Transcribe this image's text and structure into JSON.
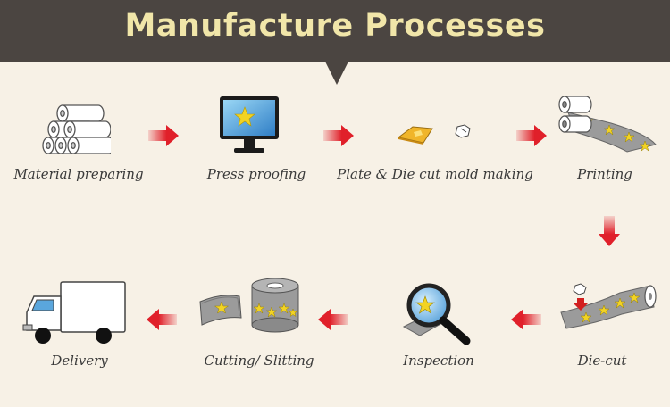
{
  "title": "Manufacture Processes",
  "steps": [
    {
      "label": "Material preparing",
      "icon": "paper-rolls-icon"
    },
    {
      "label": "Press proofing",
      "icon": "monitor-icon"
    },
    {
      "label": "Plate & Die cut mold making",
      "icon": "plate-mold-icon"
    },
    {
      "label": "Printing",
      "icon": "printing-roll-icon"
    },
    {
      "label": "Die-cut",
      "icon": "die-cut-icon"
    },
    {
      "label": "Inspection",
      "icon": "magnifier-icon"
    },
    {
      "label": "Cutting/ Slitting",
      "icon": "cutting-slitting-icon"
    },
    {
      "label": "Delivery",
      "icon": "truck-icon"
    }
  ],
  "colors": {
    "header": "#4b4541",
    "title": "#f1e6a9",
    "background": "#f7f1e6",
    "arrow": "#e0202a",
    "star": "#f2d324"
  }
}
